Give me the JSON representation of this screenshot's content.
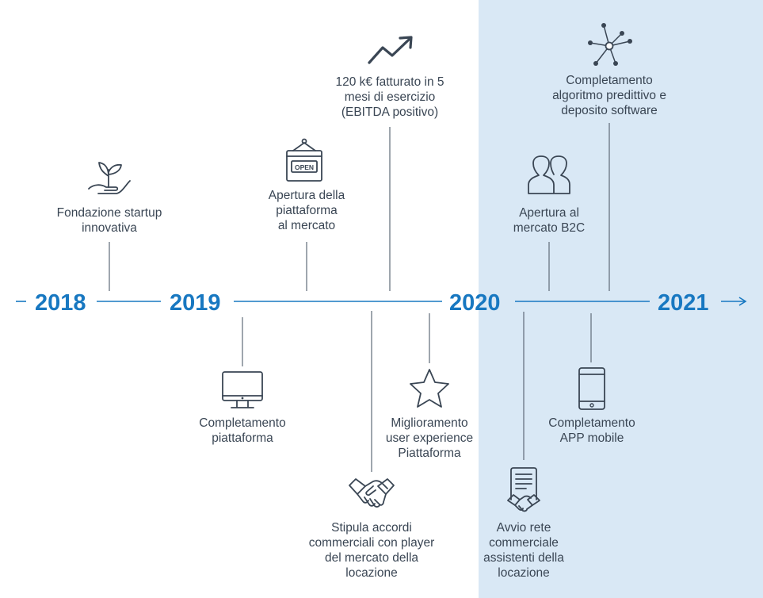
{
  "years": [
    "2018",
    "2019",
    "2020",
    "2021"
  ],
  "events": {
    "fondazione": "Fondazione startup\ninnovativa",
    "apertura_piattaforma": "Apertura della\npiattaforma\nal mercato",
    "fatturato": "120 k€ fatturato in 5\nmesi di esercizio\n(EBITDA positivo)",
    "apertura_b2c": "Apertura al\nmercato B2C",
    "algoritmo": "Completamento\nalgoritmo predittivo e\ndeposito software",
    "completamento_piattaforma": "Completamento\npiattaforma",
    "accordi": "Stipula accordi\ncommerciali con player\ndel mercato della\nlocazione",
    "miglioramento": "Miglioramento\nuser experience\nPiattaforma",
    "rete": "Avvio rete\ncommerciale\nassistenti della\nlocazione",
    "app": "Completamento\nAPP mobile"
  },
  "icons": {
    "fondazione": "sprout-in-hand-icon",
    "apertura_piattaforma": "open-sign-icon",
    "open_sign_text": "OPEN",
    "fatturato": "trend-up-arrow-icon",
    "apertura_b2c": "users-icon",
    "algoritmo": "network-nodes-icon",
    "completamento_piattaforma": "monitor-icon",
    "accordi": "handshake-icon",
    "miglioramento": "star-icon",
    "rete": "contract-handshake-icon",
    "app": "smartphone-icon"
  },
  "colors": {
    "accent": "#1878c1",
    "band": "#d9e8f5",
    "text": "#3a4654"
  }
}
